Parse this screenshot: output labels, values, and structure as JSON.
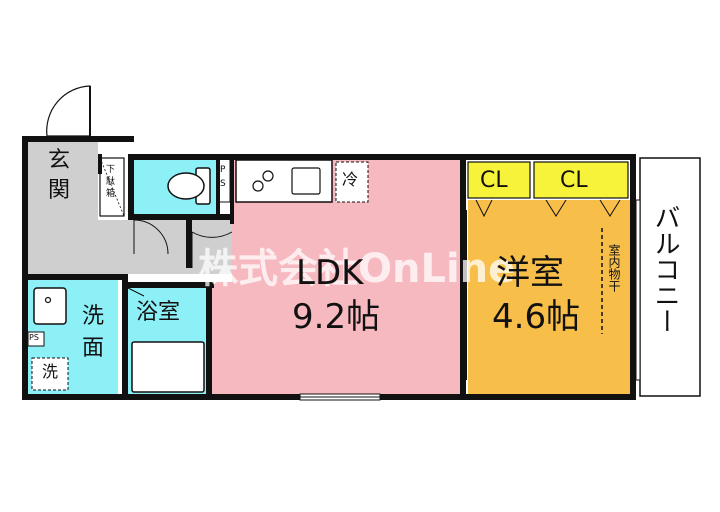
{
  "watermark": "株式会社OnLine",
  "rooms": {
    "genkan_1": "玄",
    "genkan_2": "関",
    "geta_1": "下",
    "geta_2": "駄",
    "geta_3": "箱",
    "ps_1": "P",
    "ps_2": "S",
    "rei": "冷",
    "ldk_name": "LDK",
    "ldk_size": "9.2帖",
    "wash_1": "洗",
    "wash_2": "面",
    "ps_wash": "PS",
    "sentaku": "洗",
    "bath": "浴室",
    "cl_1": "CL",
    "cl_2": "CL",
    "yoshitsu_name": "洋室",
    "yoshitsu_size": "4.6帖",
    "drying": "室内物干",
    "balcony": "バルコニー"
  },
  "colors": {
    "ldk": "#f7b9c0",
    "yoshitsu": "#f7bf49",
    "cl": "#f7f23a",
    "water": "#8ef0f7",
    "genkan": "#cfcfcf",
    "corridor": "#cfcfcf",
    "wall": "#111111"
  }
}
